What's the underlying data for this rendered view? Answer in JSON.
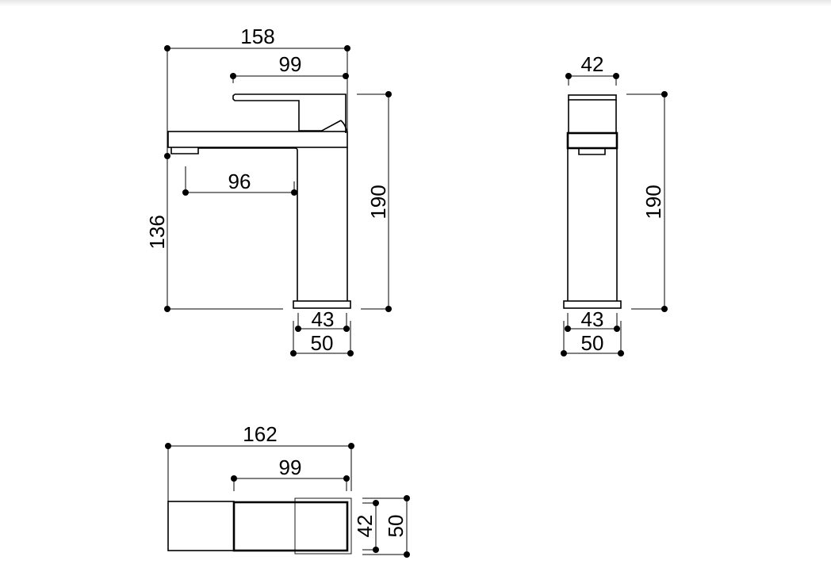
{
  "drawing": {
    "subject": "Basin mixer tap technical drawing",
    "line_color": "#000000",
    "background": "#ffffff"
  },
  "side_view": {
    "overall_width": "158",
    "lever_length": "99",
    "spout_reach": "96",
    "spout_height": "136",
    "overall_height": "190",
    "body_width": "43",
    "base_width": "50"
  },
  "front_view": {
    "top_width": "42",
    "overall_height": "190",
    "body_width": "43",
    "base_width": "50"
  },
  "top_view": {
    "overall_length": "162",
    "lever_length": "99",
    "body_depth": "42",
    "base_depth": "50"
  }
}
